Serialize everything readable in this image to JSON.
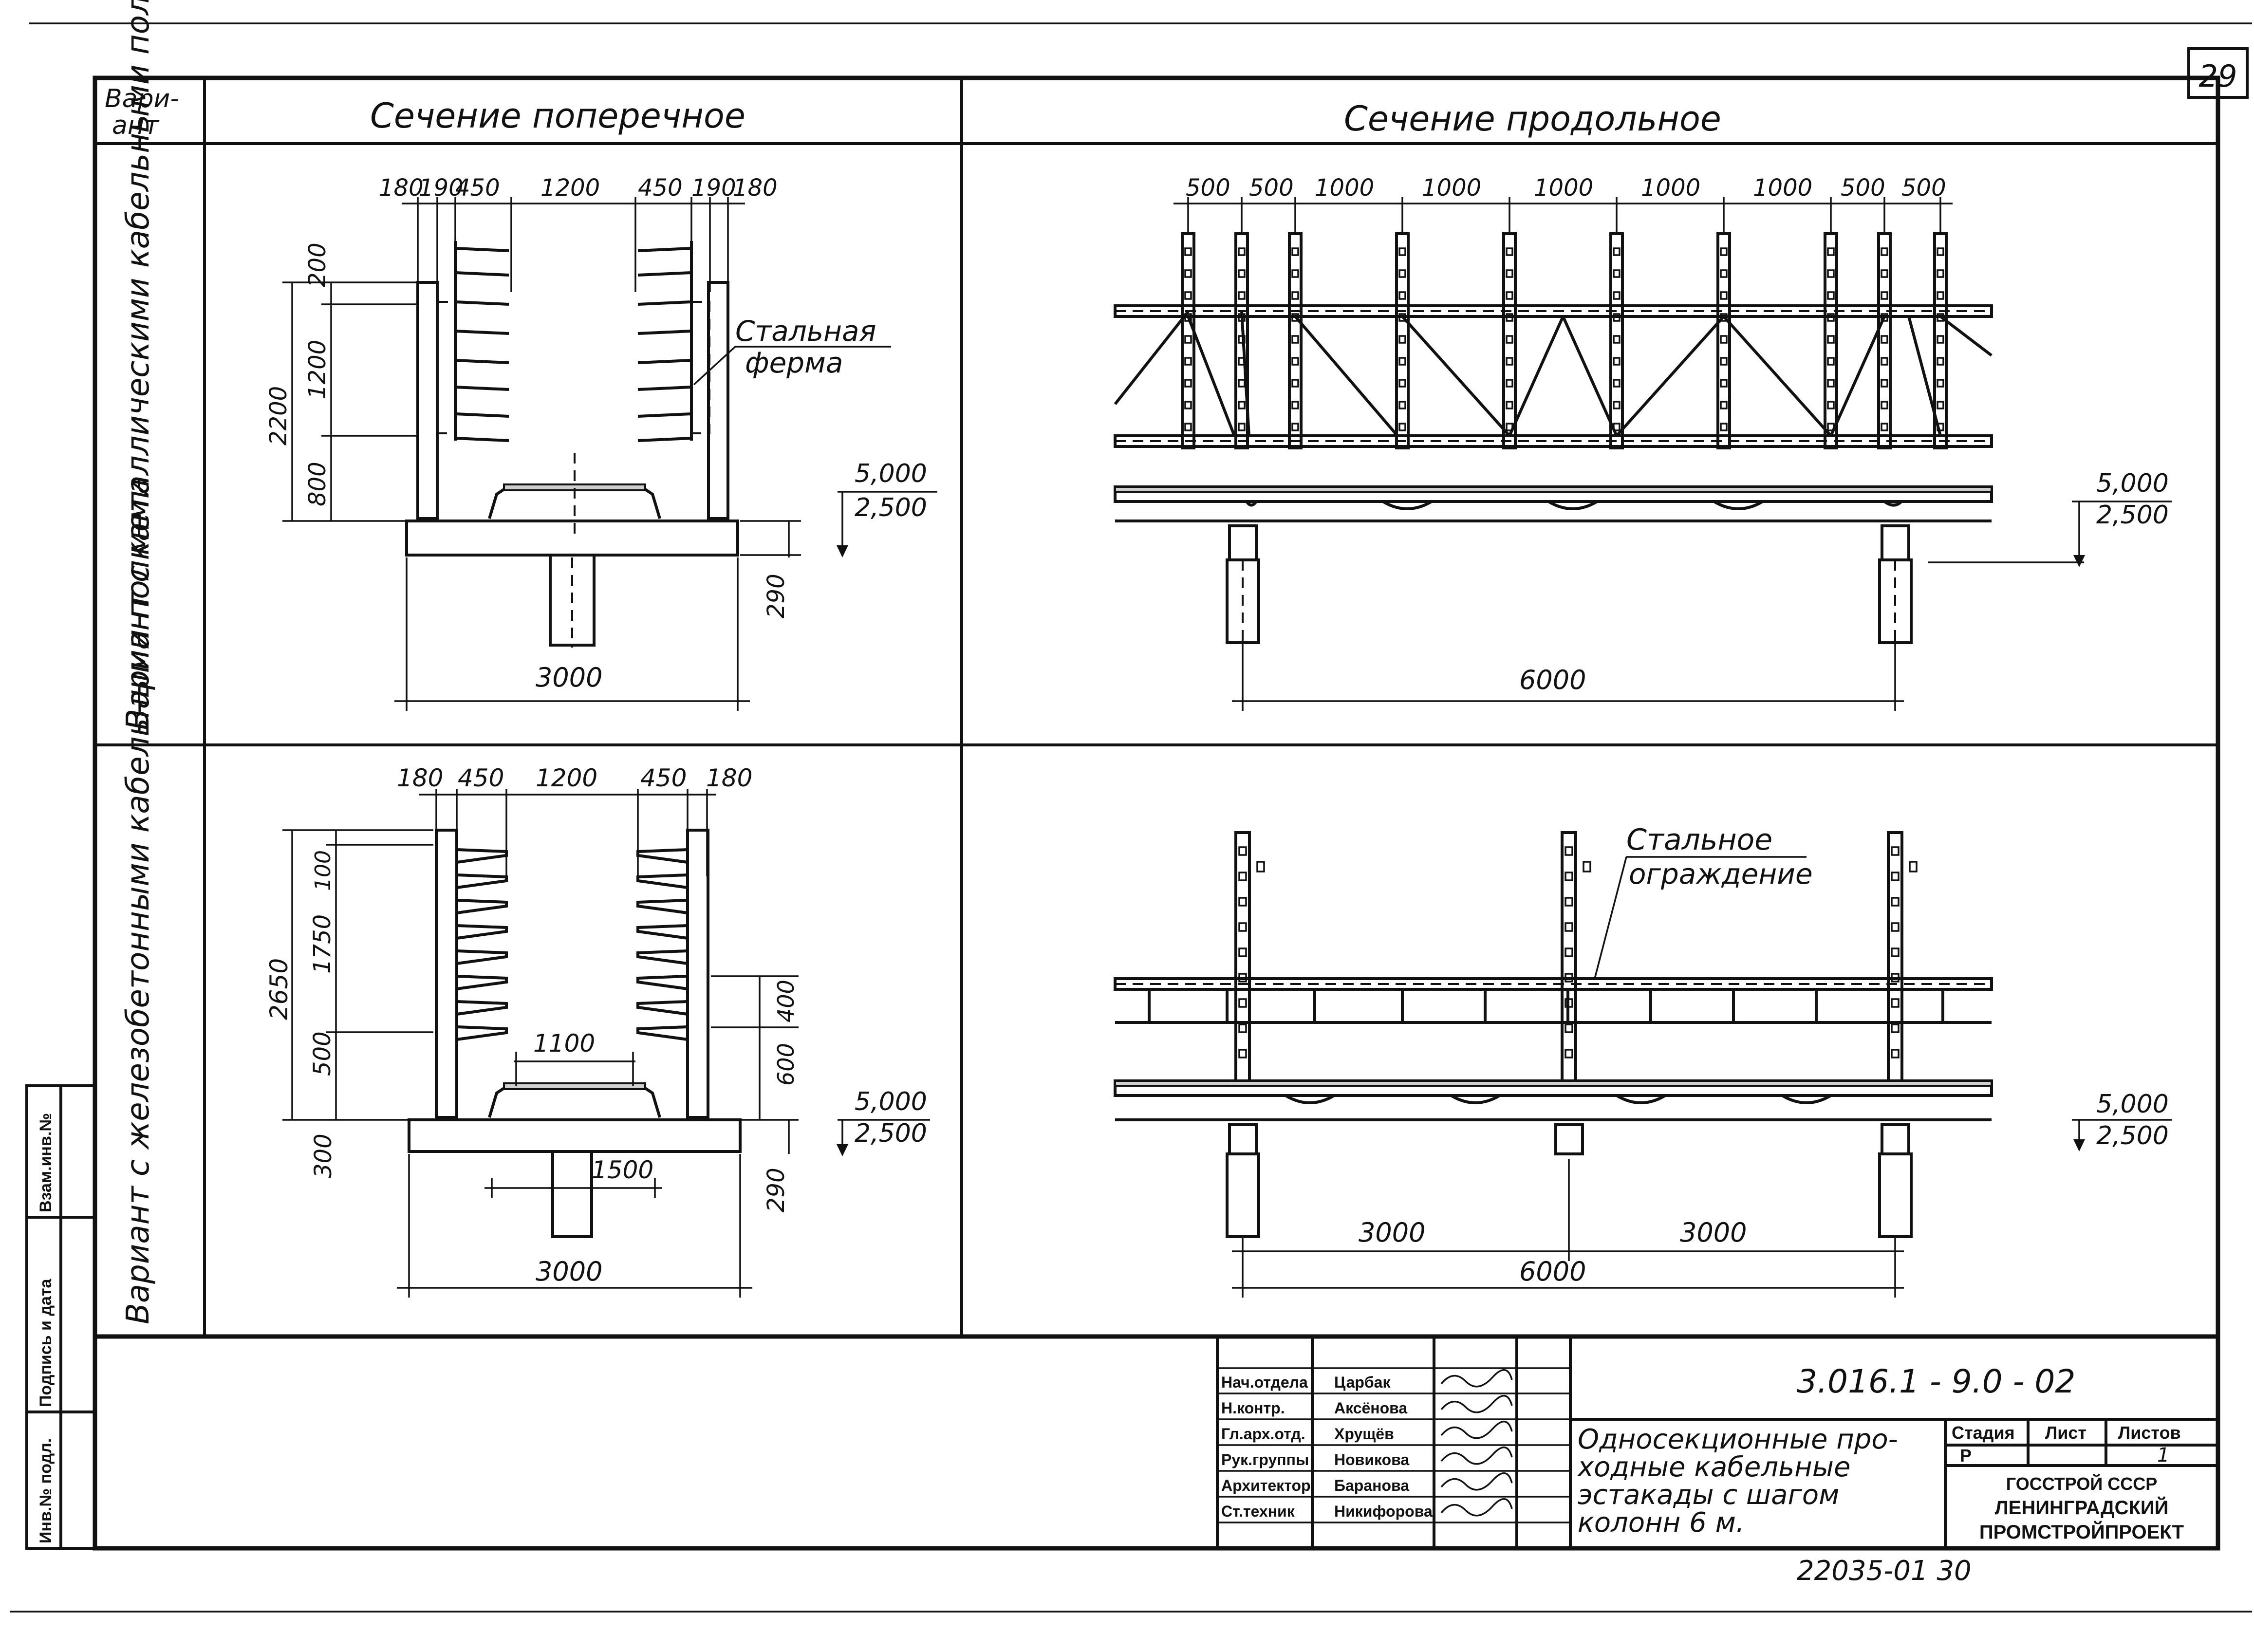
{
  "sheet": {
    "number": "29",
    "drawing_code": "3.016.1 - 9.0 - 02",
    "archive_no": "22035-01  30"
  },
  "headers": {
    "variant": "Вари-\nант",
    "cross_section": "Сечение   поперечное",
    "long_section": "Сечение   продольное"
  },
  "variants": {
    "v1_label": "Вариант с металлическими кабельными полками",
    "v2_label": "Вариант с железобетонными кабельными полками"
  },
  "v1_cross": {
    "top_dims": [
      "180",
      "190",
      "450",
      "1200",
      "450",
      "190",
      "180"
    ],
    "left_total": "2200",
    "left_parts": [
      "200",
      "1200",
      "800"
    ],
    "width": "3000",
    "depth": "290",
    "level_top": "5,000",
    "level_bottom": "2,500",
    "callout": "Стальная\nферма"
  },
  "v1_long": {
    "top_dims": [
      "500",
      "500",
      "1000",
      "1000",
      "1000",
      "1000",
      "1000",
      "500",
      "500"
    ],
    "span": "6000",
    "level_top": "5,000",
    "level_bottom": "2,500"
  },
  "v2_cross": {
    "top_dims": [
      "180",
      "450",
      "1200",
      "450",
      "180"
    ],
    "left_total": "2650",
    "left_parts": [
      "100",
      "1750",
      "500"
    ],
    "right_parts": [
      "400",
      "600"
    ],
    "inner_width": "1100",
    "foot_width": "1500",
    "width": "3000",
    "depth": "290",
    "left_bottom": "300",
    "level_top": "5,000",
    "level_bottom": "2,500"
  },
  "v2_long": {
    "half_spans": [
      "3000",
      "3000"
    ],
    "span": "6000",
    "level_top": "5,000",
    "level_bottom": "2,500",
    "callout": "Стальное\nограждение"
  },
  "title_block": {
    "roles": [
      "Нач.отдела",
      "Н.контр.",
      "Гл.арх.отд.",
      "Рук.группы",
      "Архитектор",
      "Ст.техник"
    ],
    "names": [
      "Царбак",
      "Аксёнова",
      "Хрущёв",
      "Новикова",
      "Баранова",
      "Никифорова"
    ],
    "title": "Односекционные про-\nходные кабельные\nэстакады с шагом\nколонн   6 м.",
    "stage_header": "Стадия",
    "sheet_header": "Лист",
    "sheets_header": "Листов",
    "stage": "Р",
    "sheet": "",
    "sheets": "1",
    "org": "ГОССТРОЙ СССР\nЛЕНИНГРАДСКИЙ\nПРОМСТРОЙПРОЕКТ"
  },
  "side_stamp": [
    "Инв.№ подл.",
    "Подпись и дата",
    "Взам.инв.№"
  ]
}
